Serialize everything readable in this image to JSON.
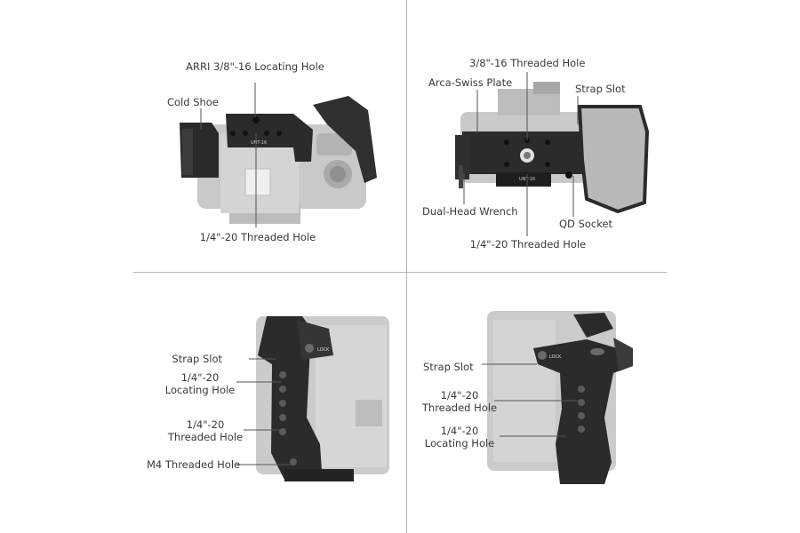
{
  "panels": {
    "top_left": {
      "labels": {
        "arri": "ARRI 3/8\"-16 Locating Hole",
        "cold_shoe": "Cold Shoe",
        "threaded_bottom": "1/4\"-20 Threaded Hole"
      }
    },
    "top_right": {
      "labels": {
        "threaded_top": "3/8\"-16 Threaded Hole",
        "arca_swiss": "Arca-Swiss Plate",
        "strap_slot": "Strap Slot",
        "wrench": "Dual-Head Wrench",
        "qd_socket": "QD Socket",
        "threaded_bottom": "1/4\"-20 Threaded Hole"
      }
    },
    "bottom_left": {
      "labels": {
        "strap_slot": "Strap Slot",
        "locating_1": "1/4\"-20",
        "locating_2": "Locating Hole",
        "threaded_1": "1/4\"-20",
        "threaded_2": "Threaded Hole",
        "m4": "M4 Threaded Hole"
      }
    },
    "bottom_right": {
      "labels": {
        "strap_slot": "Strap Slot",
        "threaded_1": "1/4\"-20",
        "threaded_2": "Threaded Hole",
        "locating_1": "1/4\"-20",
        "locating_2": "Locating Hole"
      }
    }
  },
  "engravings": {
    "lock": "LOCK",
    "brand_mark": "UNT-16"
  },
  "colors": {
    "divider": "#b5b5b5",
    "label": "#3a3a3a",
    "leader": "#555555",
    "cage_dark": "#2b2b2d",
    "camera_gray": "#c9c9c9"
  }
}
